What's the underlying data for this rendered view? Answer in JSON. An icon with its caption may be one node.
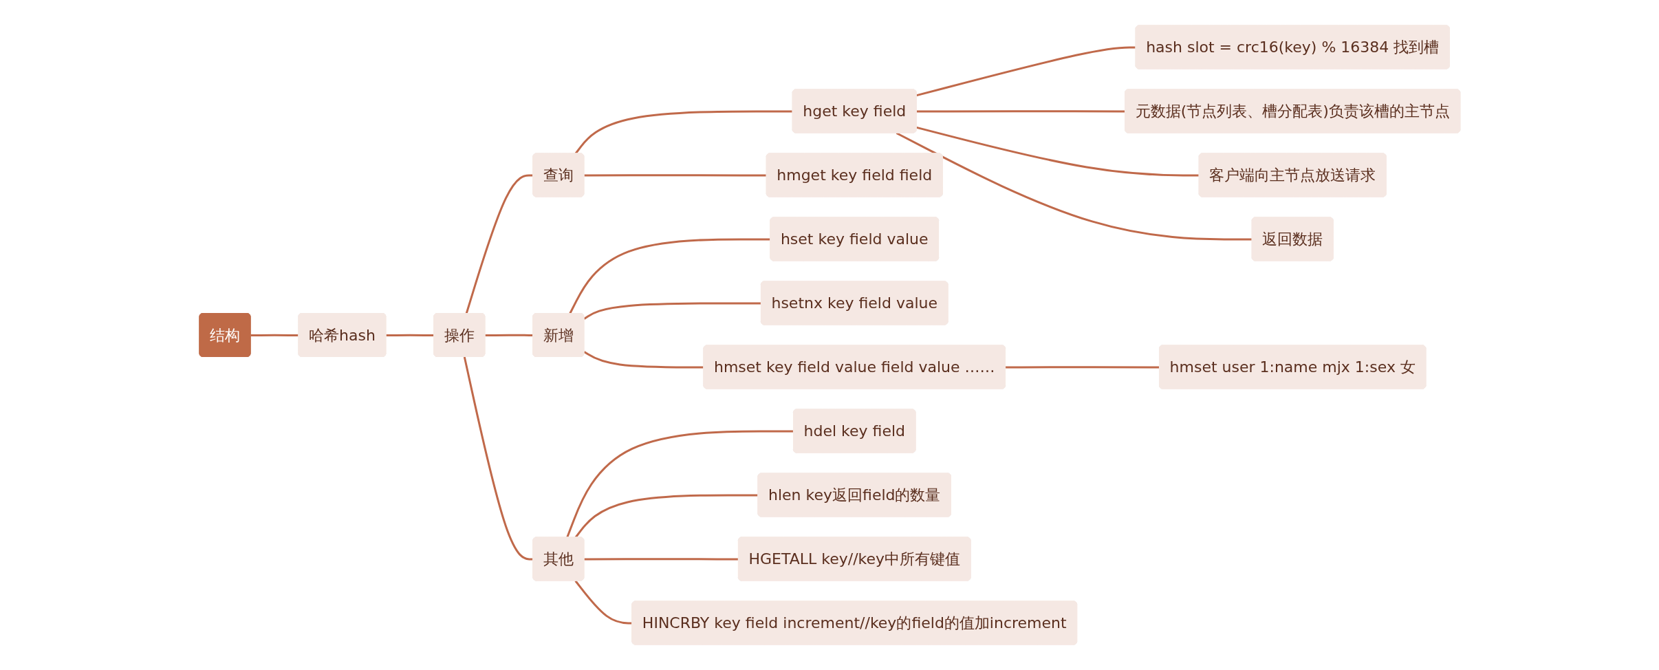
{
  "diagram": {
    "nodes": [
      {
        "text": [
          "结构"
        ]
      },
      {
        "text": [
          "哈希hash"
        ]
      },
      {
        "text": [
          "操作"
        ]
      },
      {
        "text": [
          "查询"
        ]
      },
      {
        "text": [
          "hget key field"
        ]
      },
      {
        "text": [
          "hash slot = crc16(key) % 16384 找到槽"
        ]
      },
      {
        "text": [
          "元数据(节点列表、槽分配表)负责该槽的主节点"
        ]
      },
      {
        "text": [
          "客户端向主节点放送请求"
        ]
      },
      {
        "text": [
          "返回数据"
        ]
      },
      {
        "text": [
          "hmget key field field"
        ]
      },
      {
        "text": [
          "新增"
        ]
      },
      {
        "text": [
          "hset key field value"
        ]
      },
      {
        "text": [
          "hsetnx key field value"
        ]
      },
      {
        "text": [
          "hmset key field value field value ……"
        ]
      },
      {
        "text": [
          "hmset user 1:name mjx 1:sex 女"
        ]
      },
      {
        "text": [
          "其他"
        ]
      },
      {
        "text": [
          "hdel key field"
        ]
      },
      {
        "text": [
          "hlen key返回field的数量"
        ]
      },
      {
        "text": [
          "HGETALL key//key中所有键值"
        ]
      },
      {
        "text": [
          "HINCRBY key field increment//key的field的值加increment"
        ]
      }
    ],
    "edges": [
      {
        "from": 0,
        "to": 1,
        "arrow": "none"
      },
      {
        "from": 1,
        "to": 2,
        "arrow": "none"
      },
      {
        "from": 2,
        "to": 3,
        "arrow": "none"
      },
      {
        "from": 3,
        "to": 4,
        "arrow": "none"
      },
      {
        "from": 4,
        "to": 5,
        "arrow": "none"
      },
      {
        "from": 4,
        "to": 6,
        "arrow": "none"
      },
      {
        "from": 4,
        "to": 7,
        "arrow": "none"
      },
      {
        "from": 4,
        "to": 8,
        "arrow": "none"
      },
      {
        "from": 3,
        "to": 9,
        "arrow": "none"
      },
      {
        "from": 2,
        "to": 10,
        "arrow": "none"
      },
      {
        "from": 10,
        "to": 11,
        "arrow": "none"
      },
      {
        "from": 10,
        "to": 12,
        "arrow": "none"
      },
      {
        "from": 10,
        "to": 13,
        "arrow": "none"
      },
      {
        "from": 13,
        "to": 14,
        "arrow": "none"
      },
      {
        "from": 2,
        "to": 15,
        "arrow": "none"
      },
      {
        "from": 15,
        "to": 16,
        "arrow": "none"
      },
      {
        "from": 15,
        "to": 17,
        "arrow": "none"
      },
      {
        "from": 15,
        "to": 18,
        "arrow": "none"
      },
      {
        "from": 15,
        "to": 19,
        "arrow": "none"
      }
    ]
  }
}
